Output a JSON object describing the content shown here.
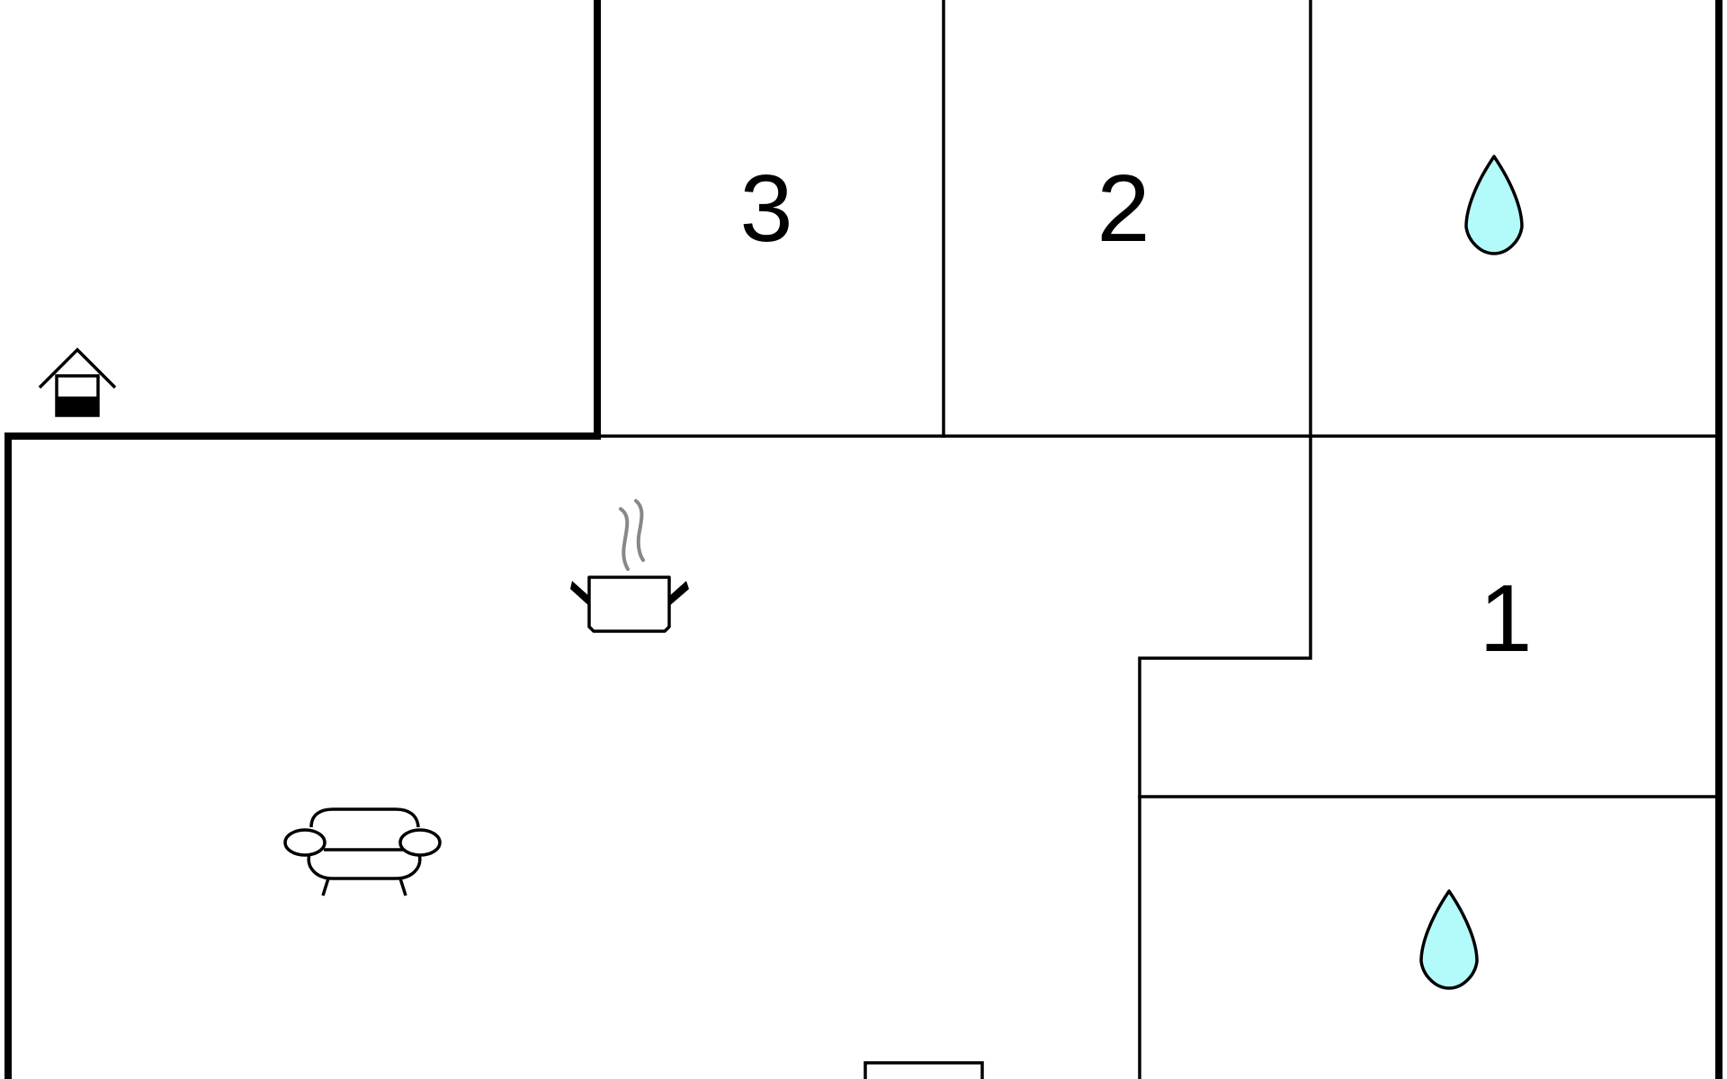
{
  "floor_plan": {
    "rooms": [
      {
        "id": "bedroom-3",
        "label": "3",
        "type": "bedroom"
      },
      {
        "id": "bedroom-2",
        "label": "2",
        "type": "bedroom"
      },
      {
        "id": "bathroom-upper",
        "label": "",
        "type": "bathroom",
        "icon": "water-drop-icon"
      },
      {
        "id": "bedroom-1",
        "label": "1",
        "type": "bedroom"
      },
      {
        "id": "bathroom-lower",
        "label": "",
        "type": "bathroom",
        "icon": "water-drop-icon"
      },
      {
        "id": "living-kitchen",
        "label": "",
        "type": "living-kitchen",
        "icons": [
          "cooking-pot-icon",
          "sofa-icon"
        ]
      },
      {
        "id": "outdoor-area",
        "label": "",
        "type": "outdoor",
        "icon": "well-icon"
      }
    ],
    "colors": {
      "wall": "#000000",
      "background": "#ffffff",
      "water_drop": "#b3fbfb",
      "steam": "#888888"
    }
  }
}
